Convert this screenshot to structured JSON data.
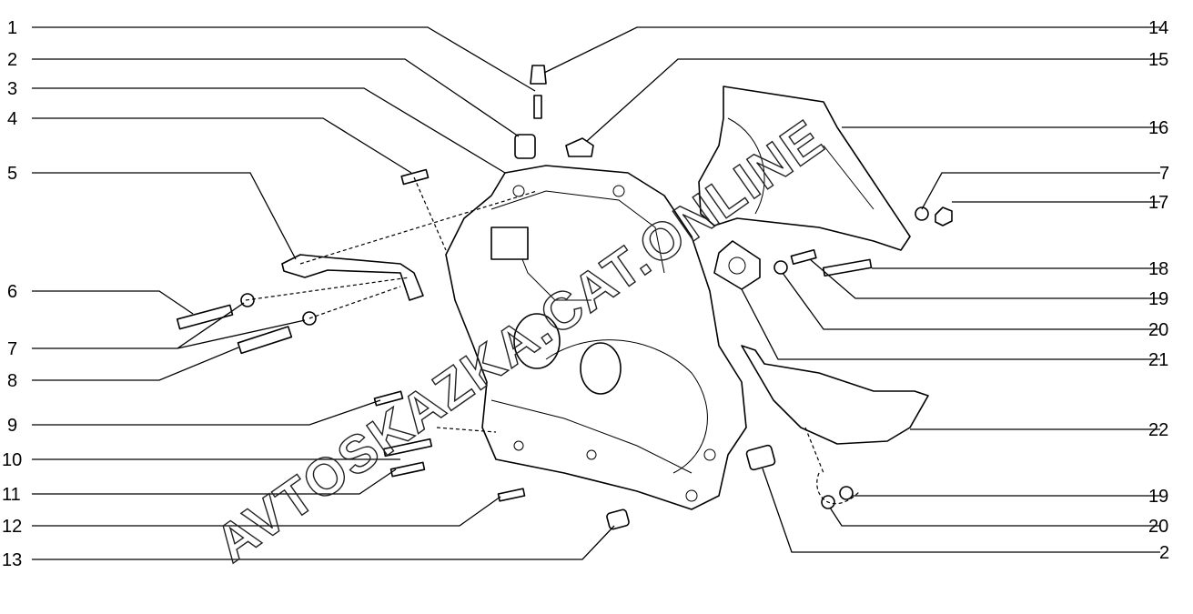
{
  "left_labels": [
    "1",
    "2",
    "3",
    "4",
    "5",
    "6",
    "7",
    "8",
    "9",
    "10",
    "11",
    "12",
    "13"
  ],
  "right_labels": [
    "14",
    "15",
    "16",
    "7",
    "17",
    "18",
    "19",
    "20",
    "21",
    "22",
    "19",
    "20",
    "2"
  ],
  "watermark": "AVTOSKAZKA.CAT.ONLINE"
}
